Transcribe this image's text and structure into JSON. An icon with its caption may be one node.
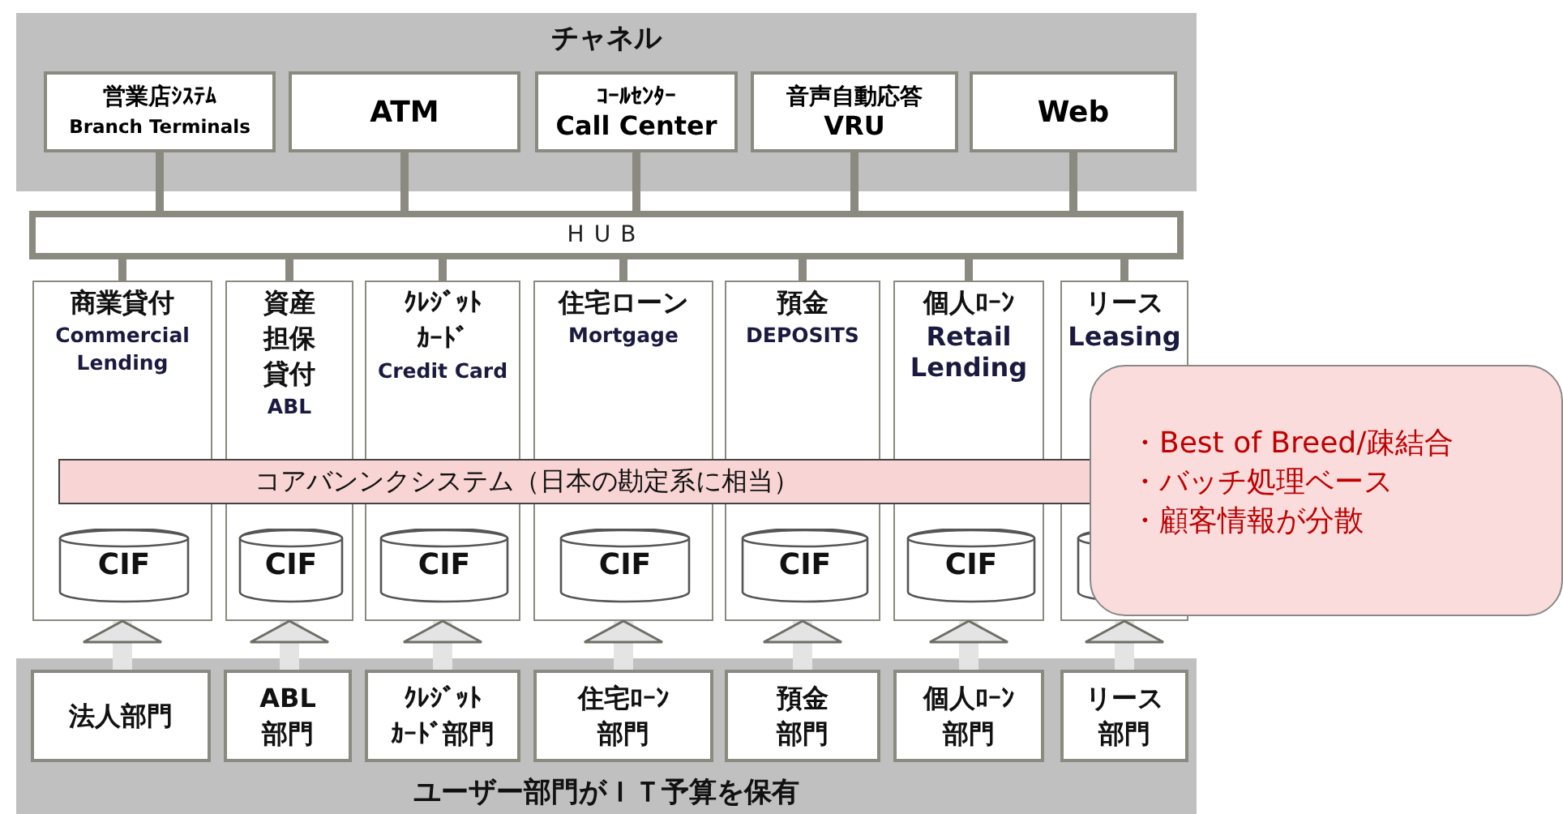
{
  "diagram": {
    "nodes": [
      {
        "text": [
          "チャネル"
        ]
      },
      {
        "text": [
          "営業店ｼｽﾃﾑ",
          "Branch Terminals"
        ],
        "in": 0
      },
      {
        "text": [
          "ATM"
        ],
        "in": 0
      },
      {
        "text": [
          "ｺｰﾙｾﾝﾀｰ",
          "Call Center"
        ],
        "in": 0
      },
      {
        "text": [
          "音声自動応答",
          "VRU"
        ],
        "in": 0
      },
      {
        "text": [
          "Web"
        ],
        "in": 0
      },
      {
        "text": [
          "HUB"
        ]
      },
      {
        "text": [
          "商業貸付",
          "Commercial Lending"
        ]
      },
      {
        "text": [
          "資産担保貸付",
          "ABL"
        ]
      },
      {
        "text": [
          "ｸﾚｼﾞｯﾄｶｰﾄﾞ",
          "Credit Card"
        ]
      },
      {
        "text": [
          "住宅ローン",
          "Mortgage"
        ]
      },
      {
        "text": [
          "預金",
          "DEPOSITS"
        ]
      },
      {
        "text": [
          "個人ﾛｰﾝ",
          "Retail Lending"
        ]
      },
      {
        "text": [
          "リース",
          "Leasing"
        ]
      },
      {
        "text": [
          "コアバンンクシステム（日本の勘定系に相当）"
        ]
      },
      {
        "text": [
          "CIF"
        ],
        "in": 7
      },
      {
        "text": [
          "CIF"
        ],
        "in": 8
      },
      {
        "text": [
          "CIF"
        ],
        "in": 9
      },
      {
        "text": [
          "CIF"
        ],
        "in": 10
      },
      {
        "text": [
          "CIF"
        ],
        "in": 11
      },
      {
        "text": [
          "CIF"
        ],
        "in": 12
      },
      {
        "text": [],
        "shape": "cylinder",
        "in": 13
      },
      {
        "text": [
          "ユーザー部門がＩＴ予算を保有"
        ]
      },
      {
        "text": [
          "法人部門"
        ],
        "in": 22
      },
      {
        "text": [
          "ABL部門"
        ],
        "in": 22
      },
      {
        "text": [
          "ｸﾚｼﾞｯﾄｶｰﾄﾞ部門"
        ],
        "in": 22
      },
      {
        "text": [
          "住宅ﾛｰﾝ部門"
        ],
        "in": 22
      },
      {
        "text": [
          "預金部門"
        ],
        "in": 22
      },
      {
        "text": [
          "個人ﾛｰﾝ部門"
        ],
        "in": 22
      },
      {
        "text": [
          "リース部門"
        ],
        "in": 22
      },
      {
        "text": [
          "・Best of Breed/疎結合",
          "・バッチ処理ベース",
          "・顧客情報が分散"
        ]
      }
    ],
    "edges": [
      {
        "from": 1,
        "to": 6,
        "arrow": "none"
      },
      {
        "from": 2,
        "to": 6,
        "arrow": "none"
      },
      {
        "from": 3,
        "to": 6,
        "arrow": "none"
      },
      {
        "from": 4,
        "to": 6,
        "arrow": "none"
      },
      {
        "from": 5,
        "to": 6,
        "arrow": "none"
      },
      {
        "from": 6,
        "to": 7,
        "arrow": "none"
      },
      {
        "from": 6,
        "to": 8,
        "arrow": "none"
      },
      {
        "from": 6,
        "to": 9,
        "arrow": "none"
      },
      {
        "from": 6,
        "to": 10,
        "arrow": "none"
      },
      {
        "from": 6,
        "to": 11,
        "arrow": "none"
      },
      {
        "from": 6,
        "to": 12,
        "arrow": "none"
      },
      {
        "from": 6,
        "to": 13,
        "arrow": "none"
      },
      {
        "from": 23,
        "to": 7,
        "arrow": "to",
        "style": "thick",
        "color": "#e4e4e4"
      },
      {
        "from": 24,
        "to": 8,
        "arrow": "to",
        "style": "thick",
        "color": "#e4e4e4"
      },
      {
        "from": 25,
        "to": 9,
        "arrow": "to",
        "style": "thick",
        "color": "#e4e4e4"
      },
      {
        "from": 26,
        "to": 10,
        "arrow": "to",
        "style": "thick",
        "color": "#e4e4e4"
      },
      {
        "from": 27,
        "to": 11,
        "arrow": "to",
        "style": "thick",
        "color": "#e4e4e4"
      },
      {
        "from": 28,
        "to": 12,
        "arrow": "to",
        "style": "thick",
        "color": "#e4e4e4"
      },
      {
        "from": 29,
        "to": 13,
        "arrow": "to",
        "style": "thick",
        "color": "#e4e4e4"
      }
    ]
  }
}
